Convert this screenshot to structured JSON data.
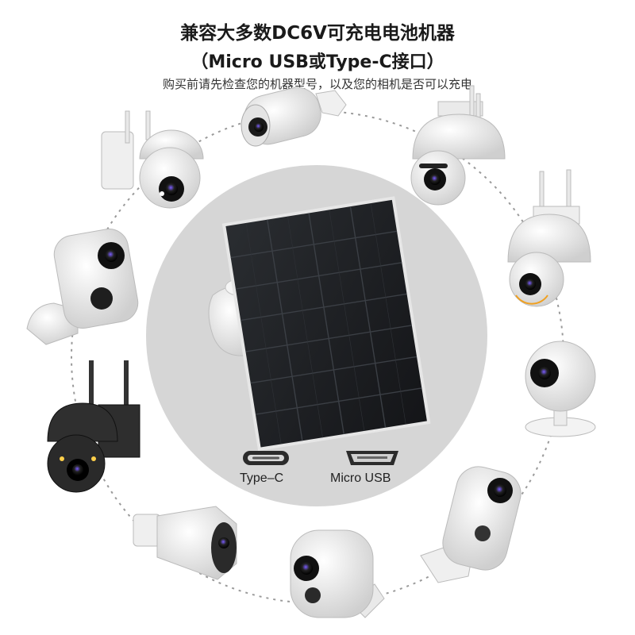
{
  "heading": {
    "line1": "兼容大多数DC6V可充电电池机器",
    "line2": "（Micro USB或Type-C接口）",
    "line3": "购买前请先检查您的机器型号，以及您的相机是否可以充电"
  },
  "center": {
    "product": "solar-panel",
    "ports": [
      {
        "label": "Type–C"
      },
      {
        "label": "Micro USB"
      }
    ]
  },
  "colors": {
    "background": "#ffffff",
    "circle": "#d6d6d6",
    "panel": "#1b1d20",
    "camera_white": "#f2f2f2",
    "camera_black": "#2a2a2a"
  },
  "cameras": [
    {
      "name": "dome-camera-antenna-top-left"
    },
    {
      "name": "bullet-camera-top"
    },
    {
      "name": "ptz-camera-top-right"
    },
    {
      "name": "ptz-camera-right"
    },
    {
      "name": "cube-camera-right"
    },
    {
      "name": "battery-camera-bottom-right"
    },
    {
      "name": "battery-camera-bottom"
    },
    {
      "name": "bullet-camera-bottom-left"
    },
    {
      "name": "ptz-camera-black-left"
    },
    {
      "name": "battery-camera-left"
    }
  ]
}
